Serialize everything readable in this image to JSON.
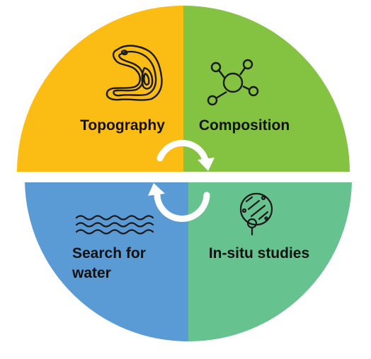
{
  "quadrants": [
    {
      "id": "topography",
      "lines": [
        "Topography"
      ],
      "color": "#fbbc14",
      "icon": "contour-map-icon"
    },
    {
      "id": "composition",
      "lines": [
        "Composition"
      ],
      "color": "#84c341",
      "icon": "molecule-icon"
    },
    {
      "id": "search-for-water",
      "lines": [
        "Search for",
        "water"
      ],
      "color": "#5b9bd5",
      "icon": "water-waves-icon"
    },
    {
      "id": "in-situ-studies",
      "lines": [
        "In-situ studies"
      ],
      "color": "#66c28f",
      "icon": "petri-dish-icon"
    }
  ],
  "arrows_color": "#ffffff",
  "icon_color": "#1a1a1a"
}
